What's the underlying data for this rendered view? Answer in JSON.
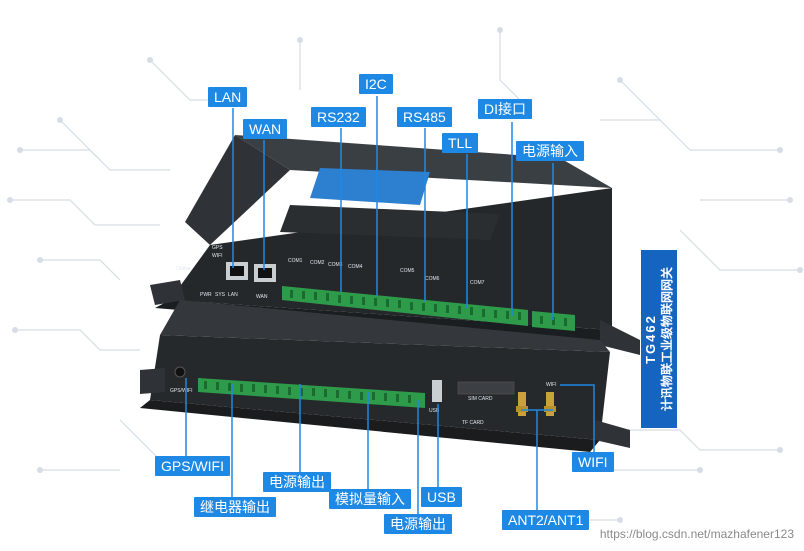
{
  "product": {
    "model": "TG462",
    "description": "计讯物联工业级物联网网关"
  },
  "callouts": {
    "lan": "LAN",
    "wan": "WAN",
    "rs232": "RS232",
    "i2c": "I2C",
    "rs485": "RS485",
    "di": "DI接口",
    "tll": "TLL",
    "power_in": "电源输入",
    "gps_wifi": "GPS/WIFI",
    "power_out_1": "电源输出",
    "relay_out": "继电器输出",
    "analog_in": "模拟量输入",
    "usb": "USB",
    "power_out_2": "电源输出",
    "ant": "ANT2/ANT1",
    "wifi": "WIFI"
  },
  "device_labels": {
    "gps": "GPS",
    "wifi": "WIFI",
    "sys": "SYS",
    "lan": "LAN",
    "wan": "WAN",
    "pwr": "PWR",
    "online": "Online",
    "com1": "COM1",
    "com2": "COM2",
    "com3": "COM3",
    "com4": "COM4",
    "com5": "COM5",
    "com6": "COM6",
    "com7": "COM7",
    "sim_card": "SIM CARD",
    "tf_card": "TF CARD",
    "usb": "USB",
    "gps_wifi": "GPS/WIFI",
    "wifi_ant": "WIFI"
  },
  "watermark": "https://blog.csdn.net/mazhafener123",
  "colors": {
    "accent": "#1e88e5",
    "panel": "#1565c0",
    "device_body": "#2b2f33",
    "terminal_green": "#2e9b4a",
    "circuit_lines": "#d6dde5"
  }
}
